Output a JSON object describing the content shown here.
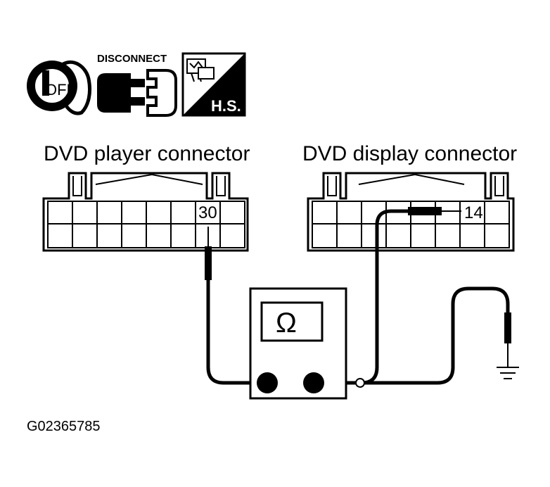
{
  "icons": {
    "ignition_text": "OFF",
    "disconnect_text": "DISCONNECT",
    "harness_text": "H.S."
  },
  "connectors": {
    "player": {
      "label": "DVD player connector",
      "pin": "30"
    },
    "display": {
      "label": "DVD display connector",
      "pin": "14"
    }
  },
  "meter": {
    "symbol": "Ω"
  },
  "figure_id": "G02365785",
  "colors": {
    "ink": "#000000",
    "paper": "#ffffff"
  }
}
